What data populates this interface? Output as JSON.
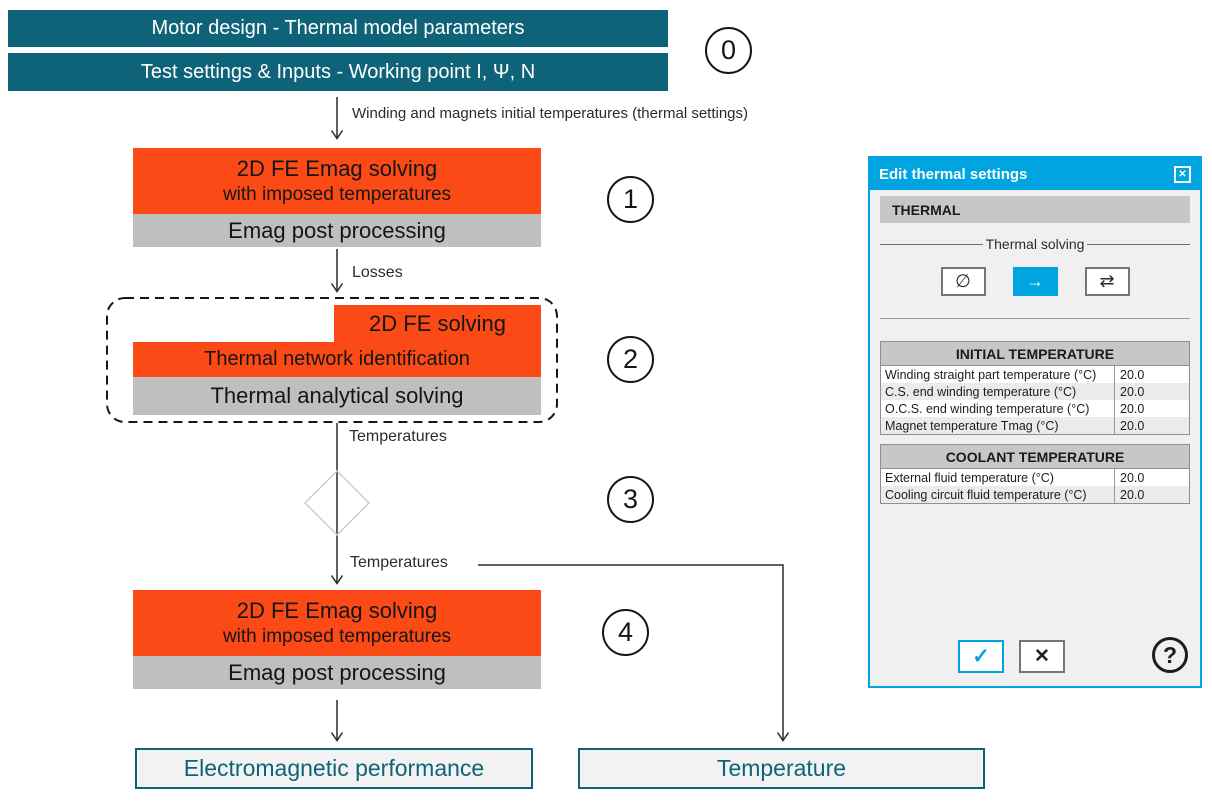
{
  "colors": {
    "teal": "#0F6378",
    "orange": "#FB4A16",
    "gray": "#BFBFBF",
    "blue": "#00A4E0"
  },
  "banners": [
    {
      "label": "Motor design - Thermal model parameters"
    },
    {
      "label": "Test settings & Inputs - Working point I, Ψ, N"
    }
  ],
  "flow": {
    "step_numbers": [
      "0",
      "1",
      "2",
      "3",
      "4"
    ],
    "arrow0_label": "Winding and magnets initial temperatures (thermal settings)",
    "losses_label": "Losses",
    "temperatures_label1": "Temperatures",
    "temperatures_label2": "Temperatures",
    "stage1": {
      "line1": "2D FE Emag solving",
      "line2": "with imposed temperatures",
      "post": "Emag post processing"
    },
    "stage2": {
      "fe": "2D FE solving",
      "network": "Thermal network identification",
      "analytical": "Thermal analytical solving"
    },
    "stage4": {
      "line1": "2D FE Emag solving",
      "line2": "with imposed temperatures",
      "post": "Emag post processing"
    },
    "outputs": [
      {
        "label": "Electromagnetic performance"
      },
      {
        "label": "Temperature"
      }
    ]
  },
  "dialog": {
    "title": "Edit thermal settings",
    "close_glyph": "✕",
    "section_header": "THERMAL",
    "group_label": "Thermal solving",
    "solver_buttons": [
      {
        "name": "no-thermal-solving",
        "glyph": "∅",
        "selected": false
      },
      {
        "name": "one-way-solving",
        "glyph": "→",
        "selected": true
      },
      {
        "name": "iterative-solving",
        "glyph": "⇄",
        "selected": false
      }
    ],
    "tables": [
      {
        "header": "INITIAL TEMPERATURE",
        "rows": [
          {
            "label": "Winding straight part temperature (°C)",
            "value": "20.0"
          },
          {
            "label": "C.S. end winding temperature (°C)",
            "value": "20.0"
          },
          {
            "label": "O.C.S. end winding temperature (°C)",
            "value": "20.0"
          },
          {
            "label": "Magnet temperature Tmag (°C)",
            "value": "20.0"
          }
        ]
      },
      {
        "header": "COOLANT TEMPERATURE",
        "rows": [
          {
            "label": "External fluid temperature (°C)",
            "value": "20.0"
          },
          {
            "label": "Cooling circuit fluid temperature (°C)",
            "value": "20.0"
          }
        ]
      }
    ],
    "footer": {
      "ok_glyph": "✓",
      "cancel_glyph": "✕",
      "help_glyph": "?"
    }
  }
}
